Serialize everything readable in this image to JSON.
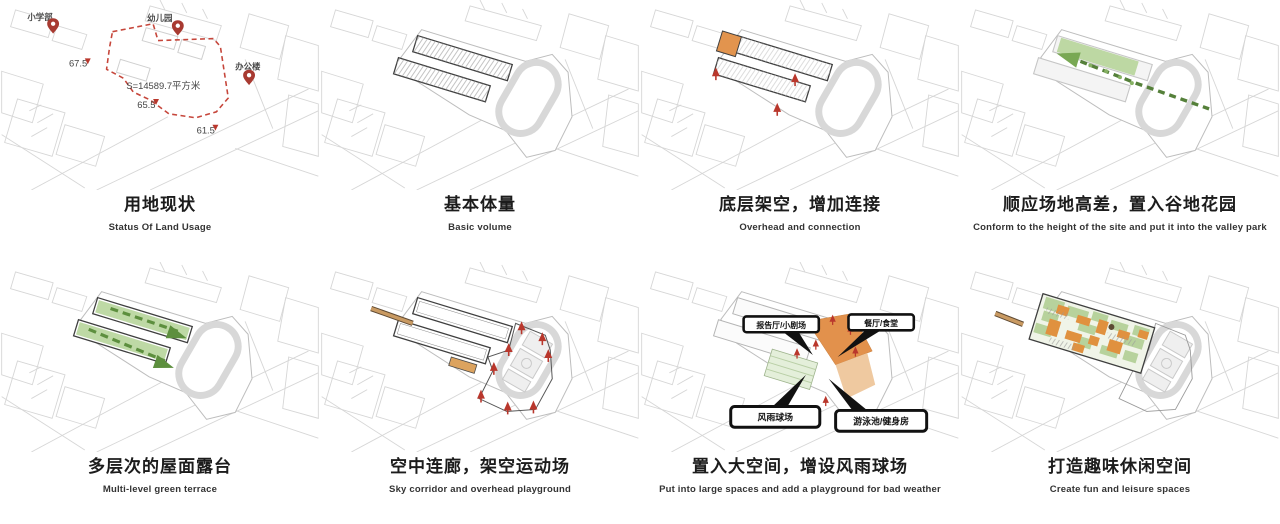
{
  "sheet": {
    "background": "#ffffff"
  },
  "colors": {
    "boundary_red": "#c6463b",
    "pin_red": "#a83a31",
    "arrow_red": "#b9372c",
    "orange": "#e2944e",
    "orange_light": "#efc9a0",
    "corridor_tan": "#c99a62",
    "green_fill": "#bed9a5",
    "green_dark": "#5d8f3e",
    "sketch_dark": "#3f3f3f",
    "context_gray": "#d6d6d6",
    "track_gray": "#d8d8d8"
  },
  "panels": [
    {
      "key": "land-status",
      "title": "用地现状",
      "subtitle": "Status Of Land Usage",
      "annotations": {
        "pin_primary_school": "小学部",
        "pin_kindergarten": "幼儿园",
        "pin_office": "办公楼",
        "site_area": "S=14589.7平方米",
        "elevation_1": "67.5",
        "elevation_2": "65.5",
        "elevation_3": "61.5"
      }
    },
    {
      "key": "basic-volume",
      "title": "基本体量",
      "subtitle": "Basic volume"
    },
    {
      "key": "overhead-connection",
      "title": "底层架空，增加连接",
      "subtitle": "Overhead and connection"
    },
    {
      "key": "valley-garden",
      "title": "顺应场地高差，置入谷地花园",
      "subtitle": "Conform to the height of the site and put it into the valley park"
    },
    {
      "key": "green-terrace",
      "title": "多层次的屋面露台",
      "subtitle": "Multi-level green terrace"
    },
    {
      "key": "sky-corridor",
      "title": "空中连廊，架空运动场",
      "subtitle": "Sky corridor and overhead playground"
    },
    {
      "key": "large-spaces",
      "title": "置入大空间，增设风雨球场",
      "subtitle": "Put into large spaces and add a playground for bad weather",
      "callouts": {
        "auditorium": "报告厅/小剧场",
        "canteen": "餐厅/食堂",
        "court": "风雨球场",
        "gym": "游泳池/健身房"
      }
    },
    {
      "key": "leisure-spaces",
      "title": "打造趣味休闲空间",
      "subtitle": "Create fun and leisure spaces"
    }
  ]
}
